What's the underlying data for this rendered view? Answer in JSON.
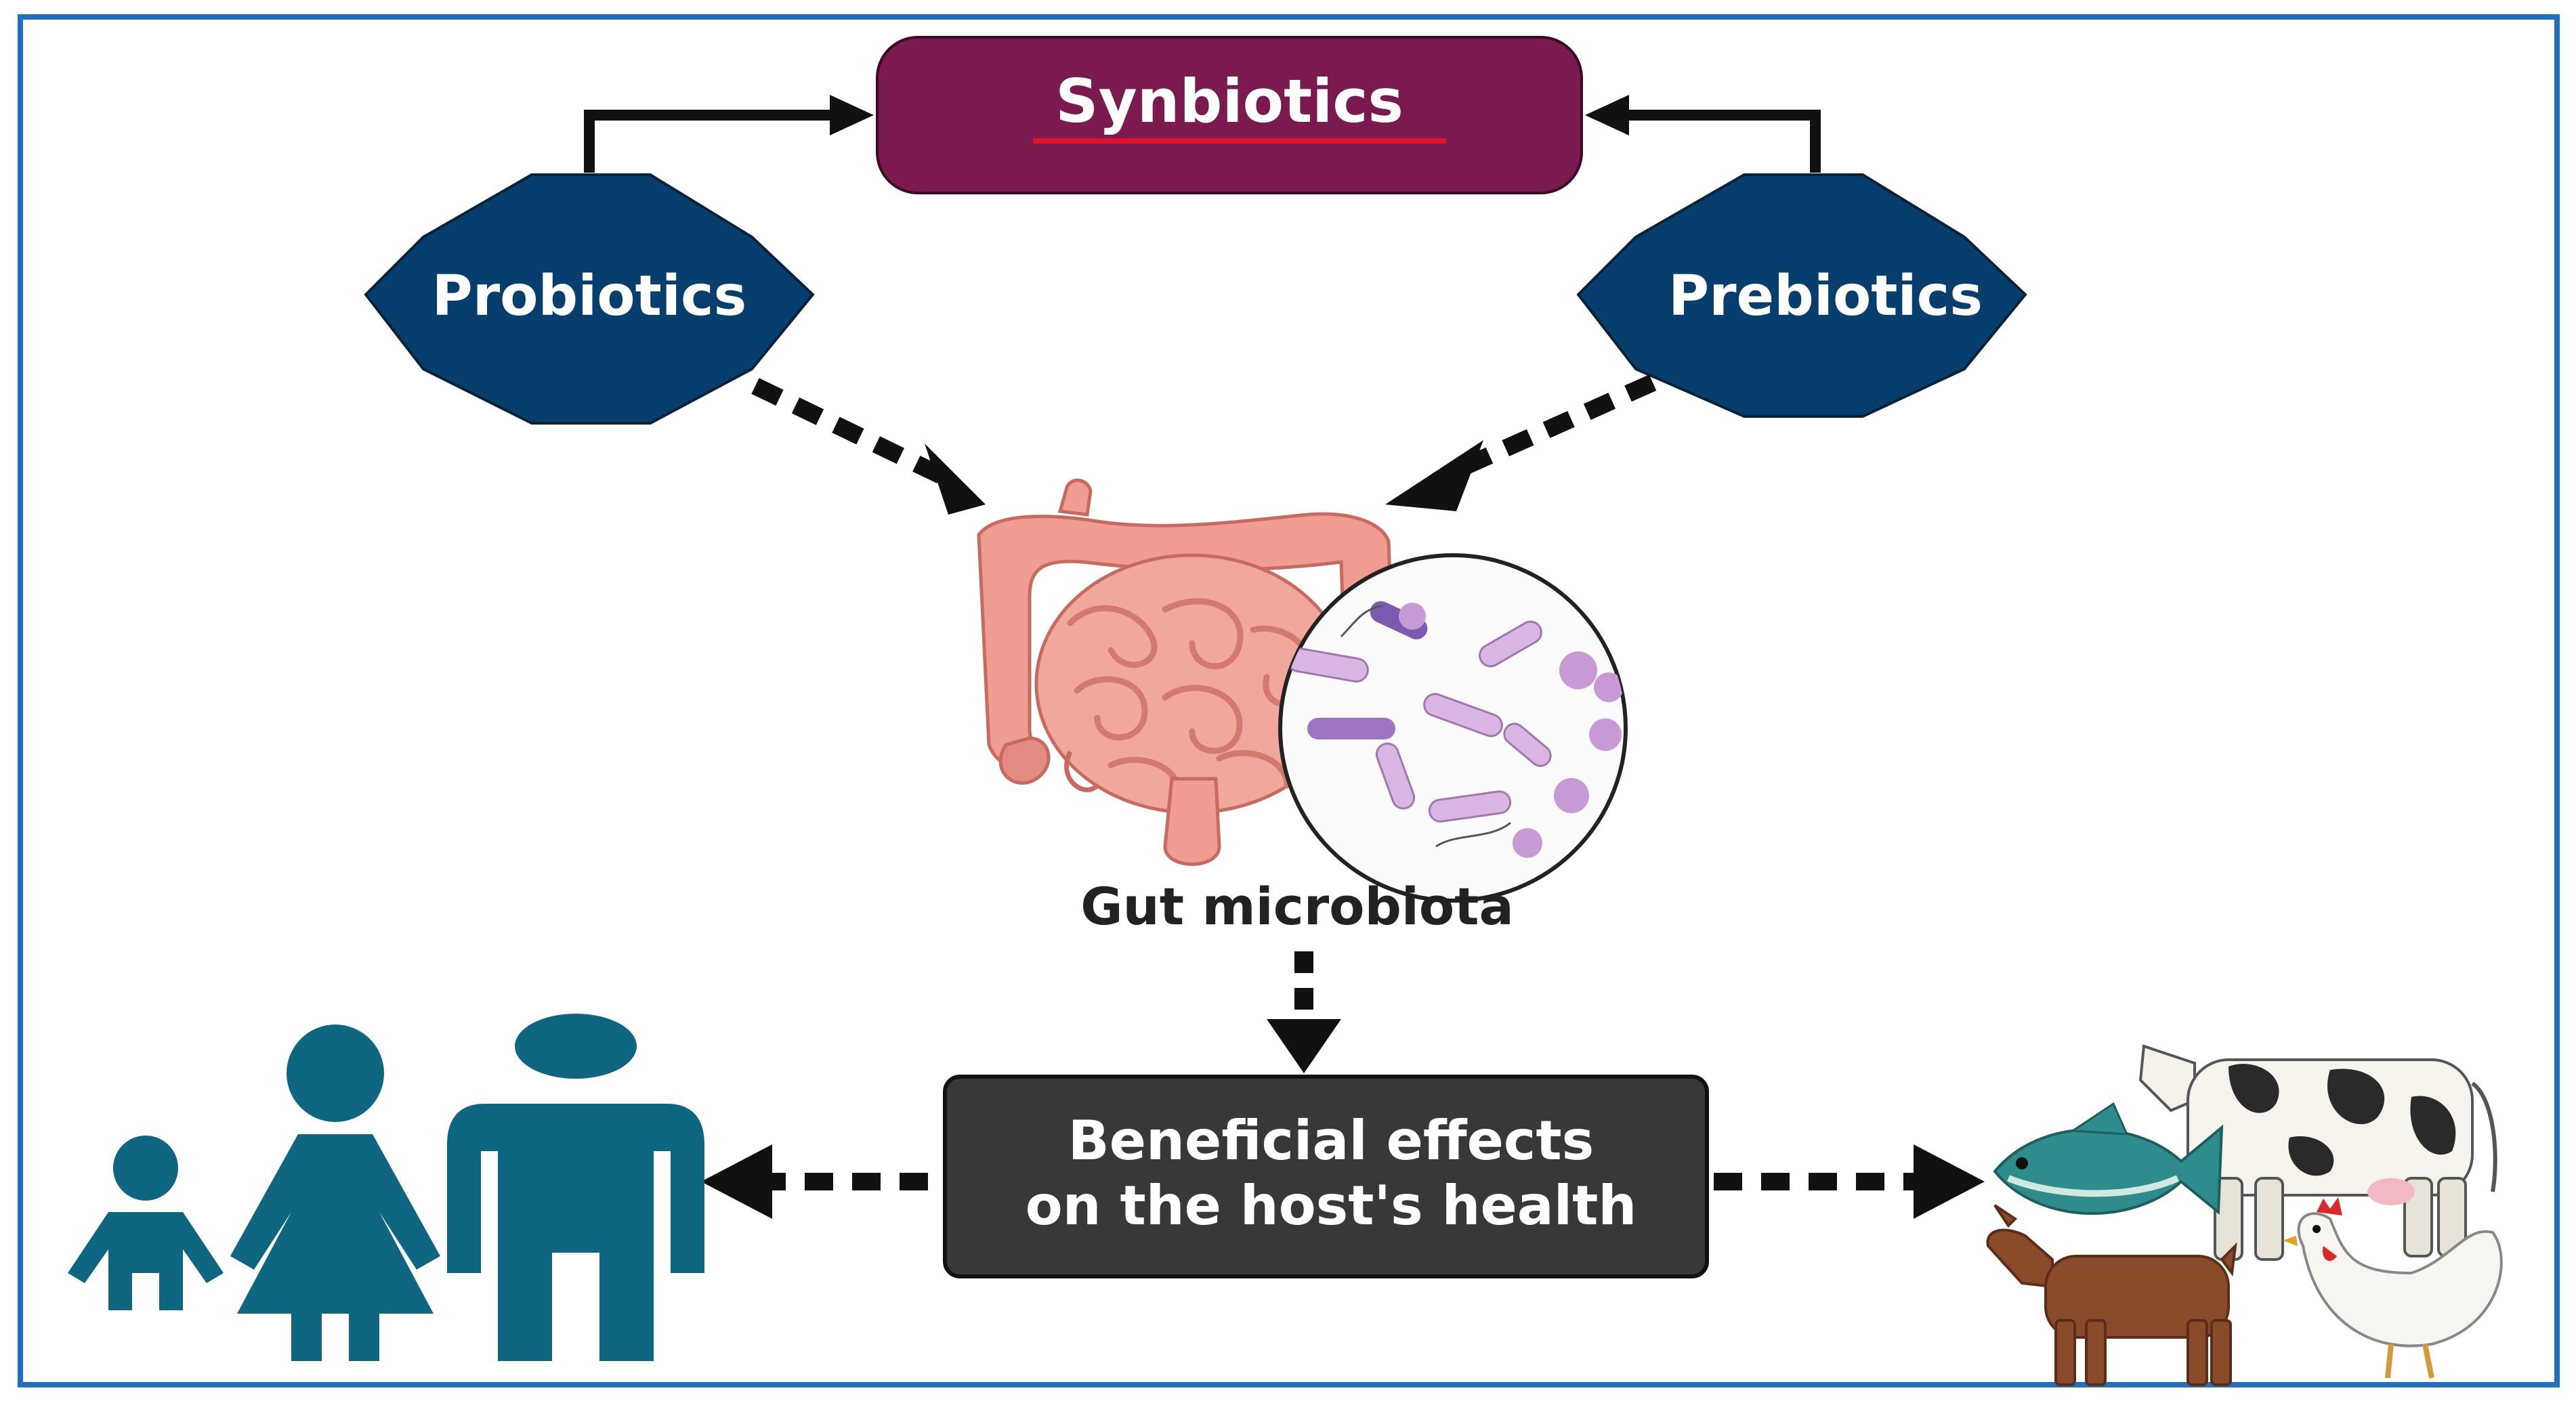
{
  "diagram": {
    "title": "Synbiotics",
    "left_input": "Probiotics",
    "right_input": "Prebiotics",
    "center_label": "Gut microbiota",
    "effects_line1": "Beneficial effects",
    "effects_line2": "on the host's health"
  },
  "colors": {
    "frame": "#1f6fc5",
    "title_box": "#7a1a4f",
    "title_underline": "#e0102a",
    "octagon": "#063e6d",
    "effects_box": "#383838",
    "people": "#0f6680",
    "arrow": "#111111",
    "intestine": "#ef9c92",
    "bacteria": "#c79ad6"
  },
  "icons": {
    "left_group": "family-icon",
    "right_group": "livestock-icon",
    "center_image": "intestine-icon",
    "zoom_image": "microbe-circle-icon"
  }
}
